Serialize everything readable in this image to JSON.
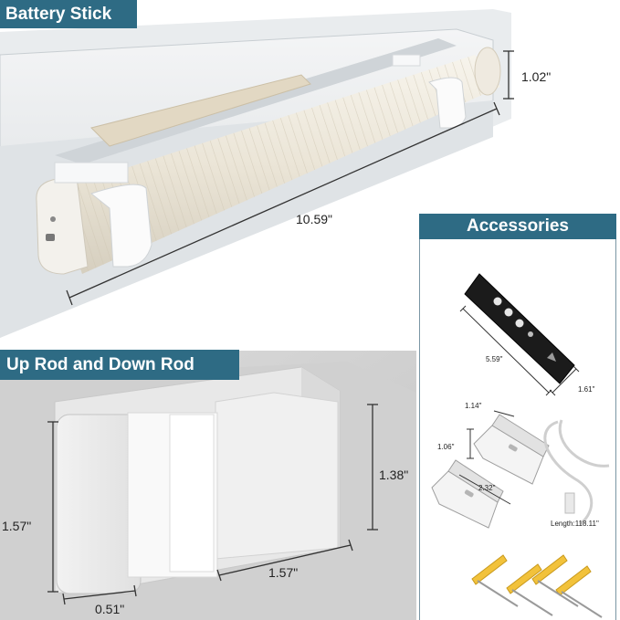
{
  "sections": {
    "battery_stick": {
      "title": "Battery Stick",
      "dimensions": {
        "height": "1.02\"",
        "length": "10.59\""
      }
    },
    "rods": {
      "title": "Up Rod and Down Rod",
      "dimensions": {
        "height_right": "1.38\"",
        "height_left": "1.57\"",
        "depth": "1.57\"",
        "width": "0.51\""
      }
    },
    "accessories": {
      "title": "Accessories",
      "dimensions": {
        "remote_length": "5.59\"",
        "remote_width": "1.61\"",
        "bracket_width": "1.14\"",
        "bracket_height": "1.06\"",
        "bracket_length": "2.32\"",
        "cable_length": "Length:118.11\""
      }
    }
  },
  "colors": {
    "accent": "#2e6b84",
    "panel_border": "#7a96a4"
  }
}
